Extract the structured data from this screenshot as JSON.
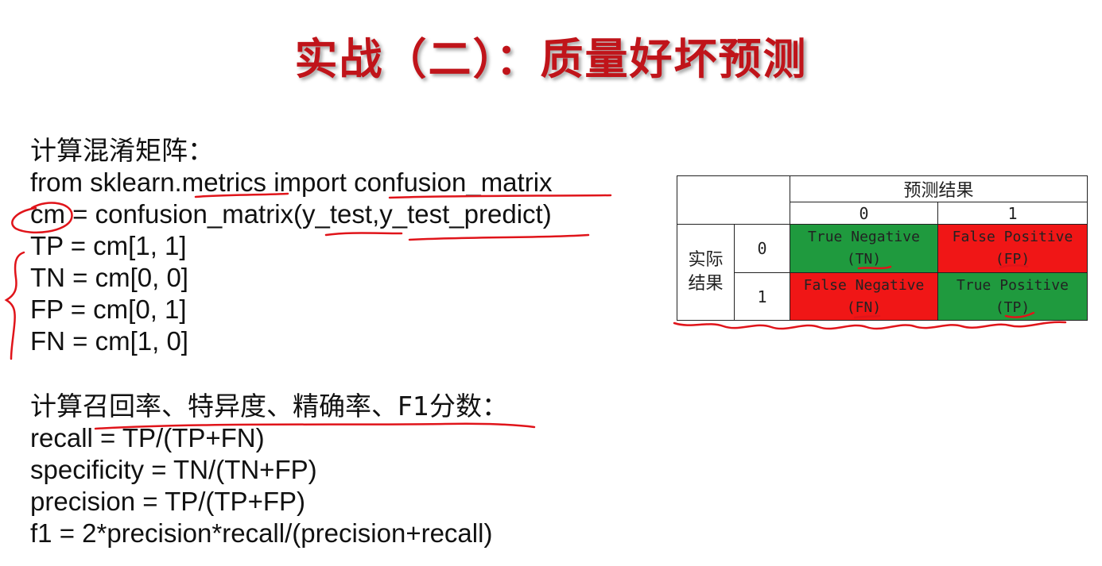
{
  "title": "实战（二）：质量好坏预测",
  "block1": {
    "heading": "计算混淆矩阵：",
    "lines": [
      "from sklearn.metrics import confusion_matrix",
      "cm = confusion_matrix(y_test,y_test_predict)",
      "TP = cm[1, 1]",
      "TN = cm[0, 0]",
      "FP = cm[0, 1]",
      "FN = cm[1, 0]"
    ]
  },
  "block2": {
    "heading": "计算召回率、特异度、精确率、F1分数：",
    "lines": [
      "recall = TP/(TP+FN)",
      "specificity = TN/(TN+FP)",
      "precision = TP/(TP+FP)",
      "f1 = 2*precision*recall/(precision+recall)"
    ]
  },
  "matrix": {
    "predicted_header": "预测结果",
    "actual_header_line1": "实际",
    "actual_header_line2": "结果",
    "col0": "0",
    "col1": "1",
    "row0": "0",
    "row1": "1",
    "tn_line1": "True Negative",
    "tn_line2": "(TN)",
    "fp_line1": "False Positive",
    "fp_line2": "(FP)",
    "fn_line1": "False Negative",
    "fn_line2": "(FN)",
    "tp_line1": "True Positive",
    "tp_line2": "(TP)",
    "colors": {
      "positive": "#1f9a3e",
      "negative": "#f01616"
    }
  },
  "colors": {
    "title": "#c0141a",
    "annotation": "#e0141a"
  }
}
